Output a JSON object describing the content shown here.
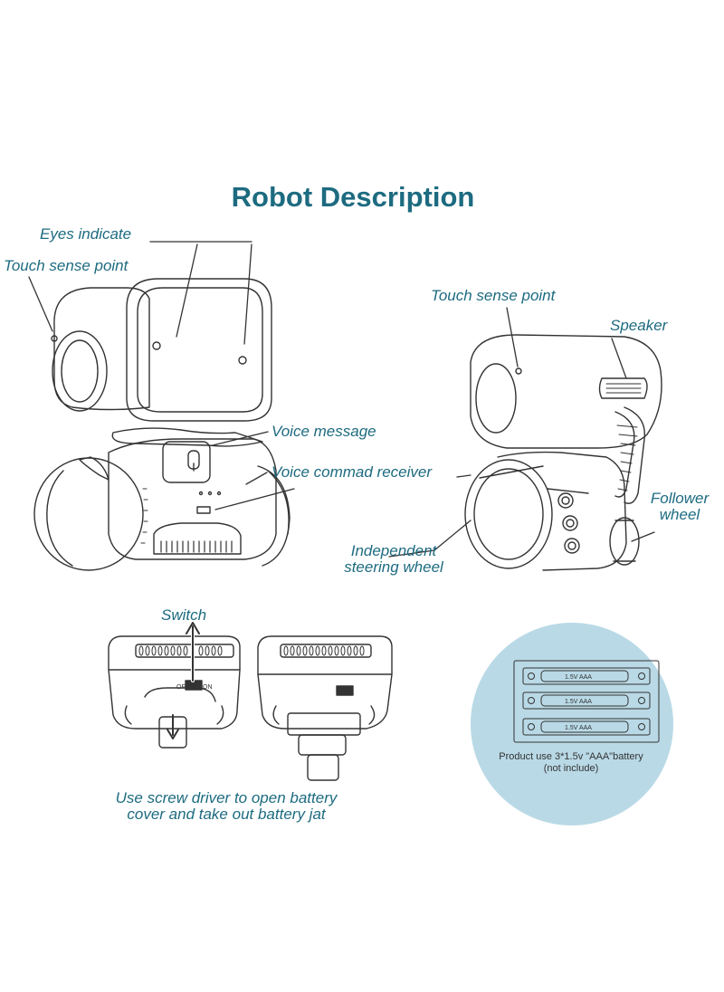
{
  "title": "Robot Description",
  "labels": {
    "eyes_indicate": "Eyes indicate",
    "touch_sense_left": "Touch sense point",
    "voice_message": "Voice message",
    "voice_command_receiver": "Voice commad receiver",
    "touch_sense_right": "Touch sense point",
    "speaker": "Speaker",
    "follower_wheel_1": "Follower",
    "follower_wheel_2": "wheel",
    "steering_wheel_1": "Independent",
    "steering_wheel_2": "steering wheel",
    "switch": "Switch",
    "screwdriver_1": "Use screw driver to open battery",
    "screwdriver_2": "cover and take out battery jat"
  },
  "switch_marks": {
    "off": "OFF",
    "on": "ON"
  },
  "battery": {
    "cell_label": "1.5V  AAA",
    "note_1": "Product use 3*1.5v \"AAA\"battery",
    "note_2": "(not include)"
  },
  "colors": {
    "label": "#1d6b80",
    "line": "#333333",
    "battery_circle": "#b9d9e6"
  }
}
